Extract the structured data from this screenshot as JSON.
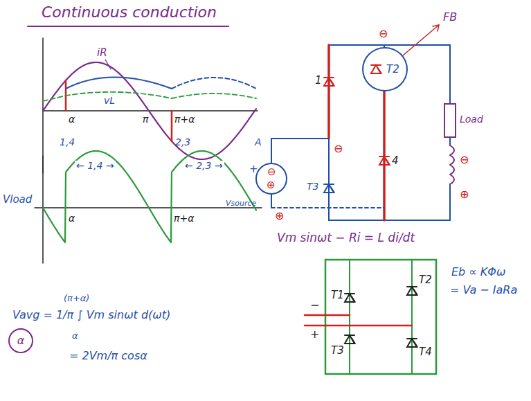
{
  "diagram": {
    "title": "Continuous conduction",
    "nodes": [
      {
        "text": [
          "T2"
        ]
      },
      {
        "text": [
          "α"
        ]
      }
    ],
    "labels": [
      "iR",
      "vL",
      "α",
      "π",
      "π+α",
      "1,4",
      "2,3",
      "Vload",
      "← 1,4 →",
      "← 2,3 →",
      "α",
      "π+α",
      "1",
      "⊖",
      "FB",
      "4",
      "Load",
      "⊖",
      "⊕",
      "A",
      "+",
      "⊖",
      "⊕",
      "T3",
      "Vsource",
      "⊖",
      "⊕",
      "Vm sinωt − Ri = L di/dt",
      "Eb ∝ KΦω",
      "= Va − IaRa",
      "T1",
      "T2",
      "T3",
      "T4",
      "−",
      "+",
      "(π+α)",
      "Vavg = 1/π ∫ Vm sinωt d(ωt)",
      "α",
      "= 2Vm/π cosα"
    ]
  }
}
